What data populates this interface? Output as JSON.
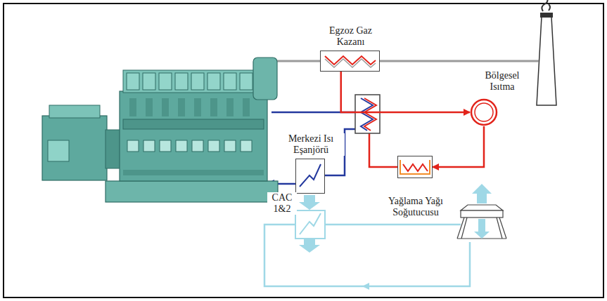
{
  "diagram": {
    "nodes": [
      {
        "text": [
          "Egzoz Gaz Kazanı"
        ]
      },
      {
        "text": [
          "Bölgesel Isıtma"
        ]
      },
      {
        "text": [
          "Merkezi Isı Eşanjörü"
        ]
      },
      {
        "text": [
          "Yağlama Yağı Soğutucusu"
        ]
      }
    ],
    "edges": [
      {
        "from": 0,
        "to": 1,
        "arrow": "to"
      },
      {
        "from": 1,
        "to": 3,
        "arrow": "to"
      }
    ],
    "labels": [
      "CAC 1&2"
    ]
  }
}
